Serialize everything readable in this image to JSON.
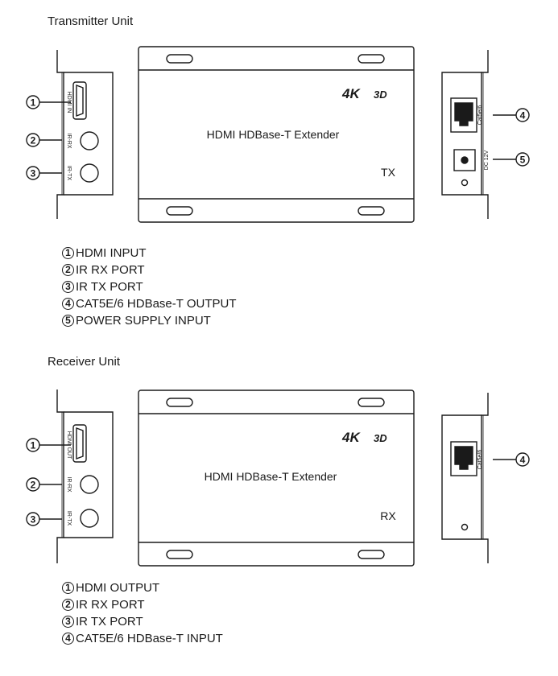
{
  "transmitter": {
    "title": "Transmitter Unit",
    "panel_labels": {
      "hdmi": "HDMI IN",
      "ir_rx": "IR-RX",
      "ir_tx": "IR-TX",
      "cat": "Cat5e/6",
      "dc": "DC 12V"
    },
    "body": {
      "logo_4k": "4K",
      "logo_3d": "3D",
      "product": "HDMI HDBase-T Extender",
      "unit": "TX"
    },
    "callouts": [
      "1",
      "2",
      "3",
      "4",
      "5"
    ],
    "legend": [
      {
        "num": "1",
        "text": "HDMI INPUT"
      },
      {
        "num": "2",
        "text": "IR RX PORT"
      },
      {
        "num": "3",
        "text": "IR TX PORT"
      },
      {
        "num": "4",
        "text": "CAT5E/6 HDBase-T OUTPUT"
      },
      {
        "num": "5",
        "text": "POWER SUPPLY INPUT"
      }
    ]
  },
  "receiver": {
    "title": "Receiver Unit",
    "panel_labels": {
      "hdmi": "HDMI OUT",
      "ir_rx": "IR-RX",
      "ir_tx": "IR-TX",
      "cat": "Cat5e/6"
    },
    "body": {
      "logo_4k": "4K",
      "logo_3d": "3D",
      "product": "HDMI HDBase-T Extender",
      "unit": "RX"
    },
    "callouts": [
      "1",
      "2",
      "3",
      "4"
    ],
    "legend": [
      {
        "num": "1",
        "text": "HDMI OUTPUT"
      },
      {
        "num": "2",
        "text": "IR RX PORT"
      },
      {
        "num": "3",
        "text": "IR TX PORT"
      },
      {
        "num": "4",
        "text": "CAT5E/6 HDBase-T INPUT"
      }
    ]
  }
}
